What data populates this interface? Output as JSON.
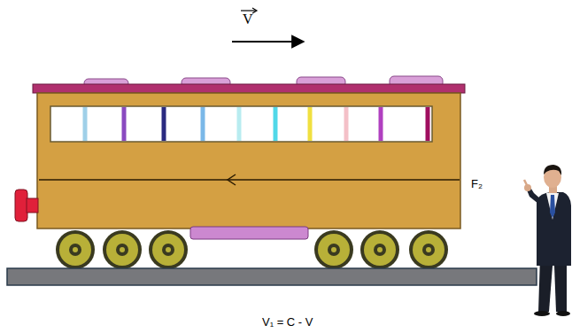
{
  "diagram": {
    "labels": [
      "V",
      "F₂",
      "V₁ = C -  V"
    ]
  }
}
